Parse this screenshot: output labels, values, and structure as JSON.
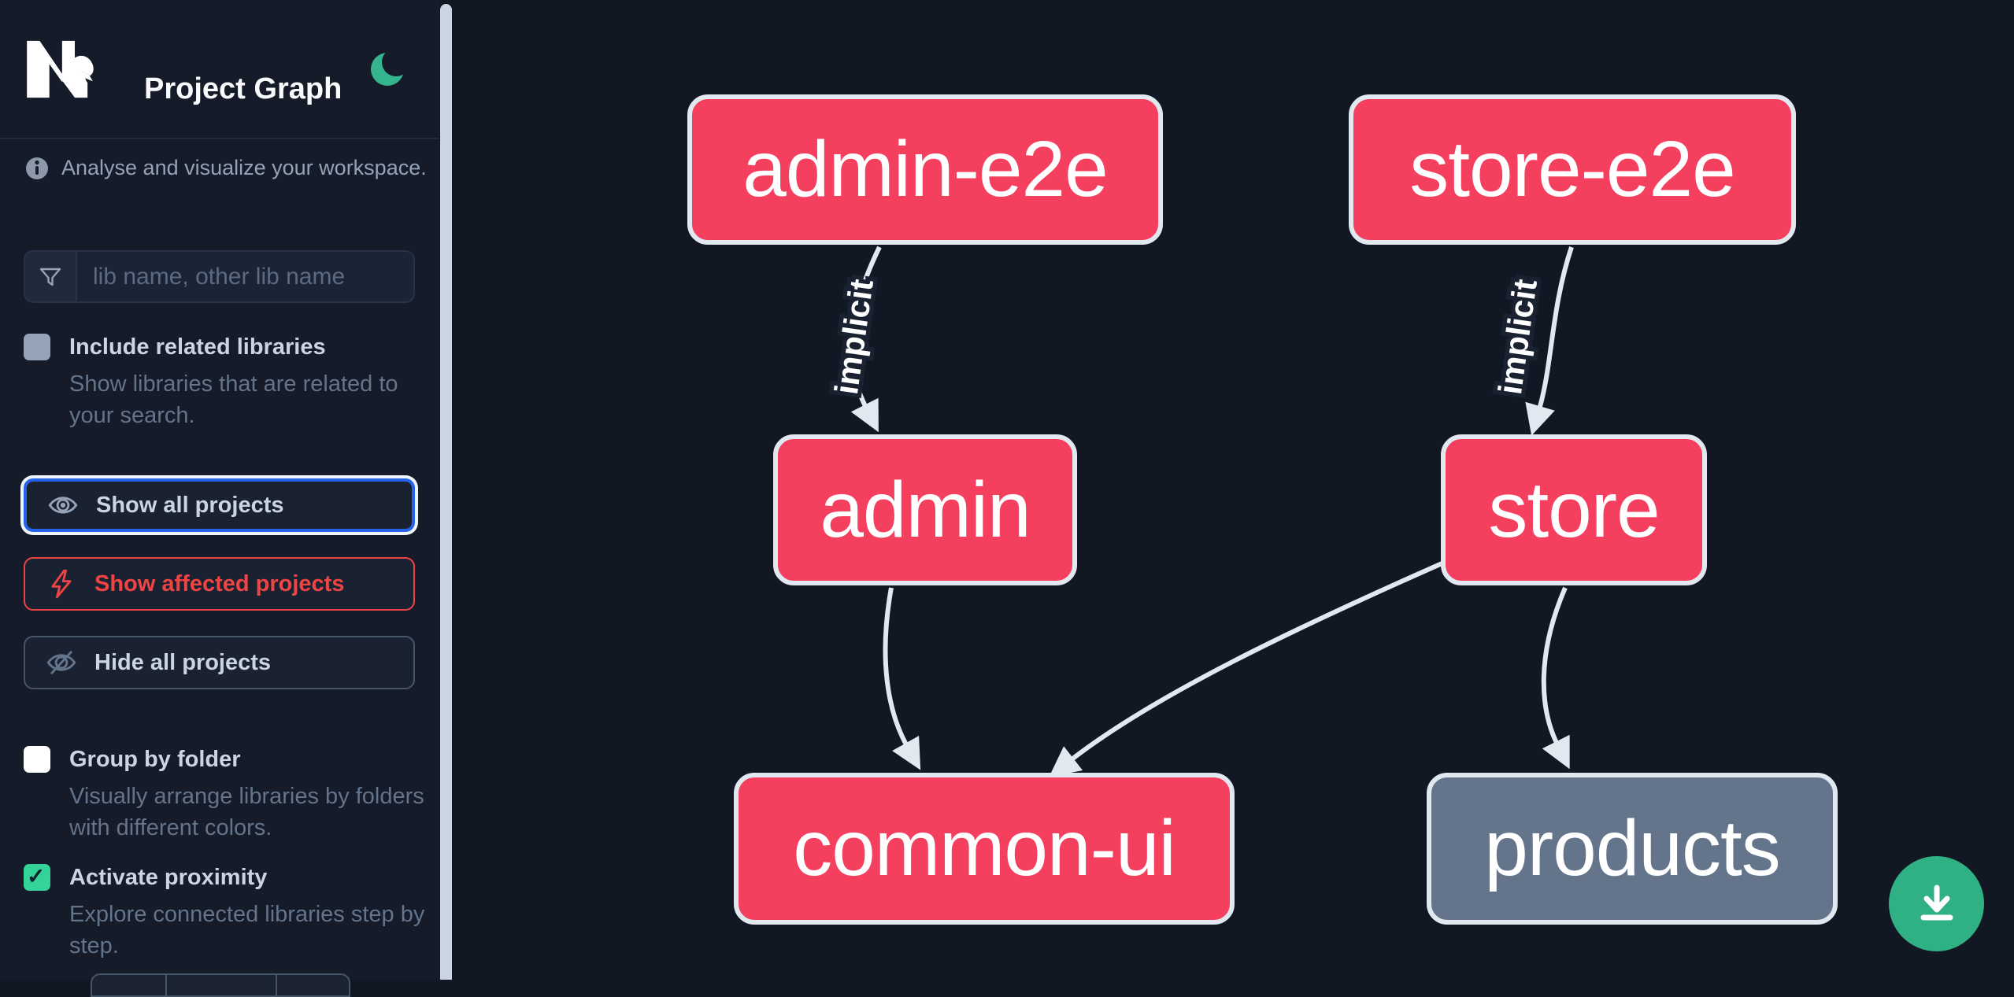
{
  "app": {
    "title": "Project Graph"
  },
  "intro": {
    "text": "Analyse and visualize your workspace."
  },
  "search": {
    "placeholder": "lib name, other lib name",
    "value": ""
  },
  "actions": {
    "show_all": "Show all projects",
    "show_affected": "Show affected projects",
    "hide_all": "Hide all projects"
  },
  "filters": {
    "include_related": {
      "label": "Include related libraries",
      "description": "Show libraries that are related to your search.",
      "checked": false,
      "box_color": "#94a3b8"
    },
    "group_by_folder": {
      "label": "Group by folder",
      "description": "Visually arrange libraries by folders with different colors.",
      "checked": false,
      "box_color": "#ffffff"
    },
    "activate_proximity": {
      "label": "Activate proximity",
      "description": "Explore connected libraries step by step.",
      "checked": true,
      "box_color": "#34d399"
    }
  },
  "icons": {
    "logo": "nx-logo",
    "theme": "moon-icon",
    "info": "info-icon",
    "search": "funnel-icon",
    "show_all": "eye-icon",
    "show_affected": "bolt-icon",
    "hide_all": "eye-off-icon",
    "fab": "download-icon"
  },
  "colors": {
    "sidebar_bg": "#151b29",
    "canvas_bg": "#121724",
    "node_highlighted": "#f43f5e",
    "node_muted": "#64748b",
    "node_border": "#e2e8f0",
    "edge": "#e2e8f0",
    "accent_blue": "#2563eb",
    "accent_red": "#ef4444",
    "accent_green": "#34d399",
    "fab_green": "#2fb183",
    "scrollbar": "#cbd5e1"
  },
  "graph_data": {
    "type": "node-link-graph",
    "nodes": [
      {
        "id": "admin-e2e",
        "label": "admin-e2e",
        "color": "#f43f5e"
      },
      {
        "id": "store-e2e",
        "label": "store-e2e",
        "color": "#f43f5e"
      },
      {
        "id": "admin",
        "label": "admin",
        "color": "#f43f5e"
      },
      {
        "id": "store",
        "label": "store",
        "color": "#f43f5e"
      },
      {
        "id": "common-ui",
        "label": "common-ui",
        "color": "#f43f5e"
      },
      {
        "id": "products",
        "label": "products",
        "color": "#64748b"
      }
    ],
    "edges": [
      {
        "source": "admin-e2e",
        "target": "admin",
        "label": "implicit"
      },
      {
        "source": "store-e2e",
        "target": "store",
        "label": "implicit"
      },
      {
        "source": "admin",
        "target": "common-ui",
        "label": ""
      },
      {
        "source": "store",
        "target": "common-ui",
        "label": ""
      },
      {
        "source": "store",
        "target": "products",
        "label": ""
      }
    ]
  }
}
